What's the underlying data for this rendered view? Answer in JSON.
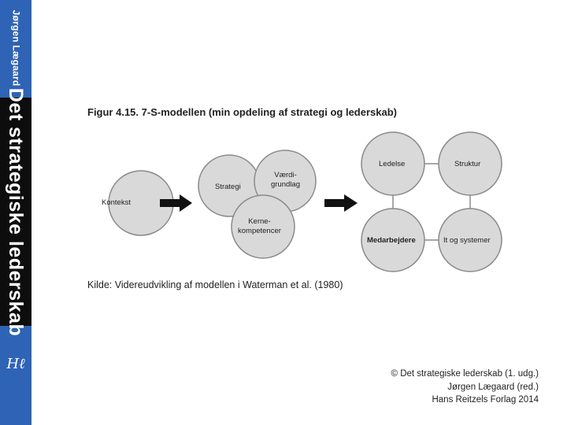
{
  "sidebar": {
    "author": "Jørgen Lægaard",
    "book_title": "Det strategiske lederskab",
    "logo": "Hℓ"
  },
  "figure": {
    "title_number": "Figur 4.15.",
    "title_text": "7-S-modellen (min opdeling af strategi og lederskab)",
    "nodes": {
      "kontekst": "Kontekst",
      "strategi": "Strategi",
      "vaerdi_line1": "Værdi-",
      "vaerdi_line2": "grundlag",
      "kerne_line1": "Kerne-",
      "kerne_line2": "kompetencer",
      "ledelse": "Ledelse",
      "struktur": "Struktur",
      "medarbejdere": "Medarbejdere",
      "it": "It og systemer"
    },
    "source": "Kilde: Videreudvikling af modellen i Waterman et al. (1980)"
  },
  "copyright": {
    "line1": "© Det strategiske lederskab (1. udg.)",
    "line2": "Jørgen Lægaard (red.)",
    "line3": "Hans Reitzels Forlag 2014"
  },
  "colors": {
    "sidebar_blue": "#2f63b5",
    "title_box": "#0d0d0d",
    "circle_fill": "#d9d9d9",
    "circle_stroke": "#8a8a8a"
  }
}
